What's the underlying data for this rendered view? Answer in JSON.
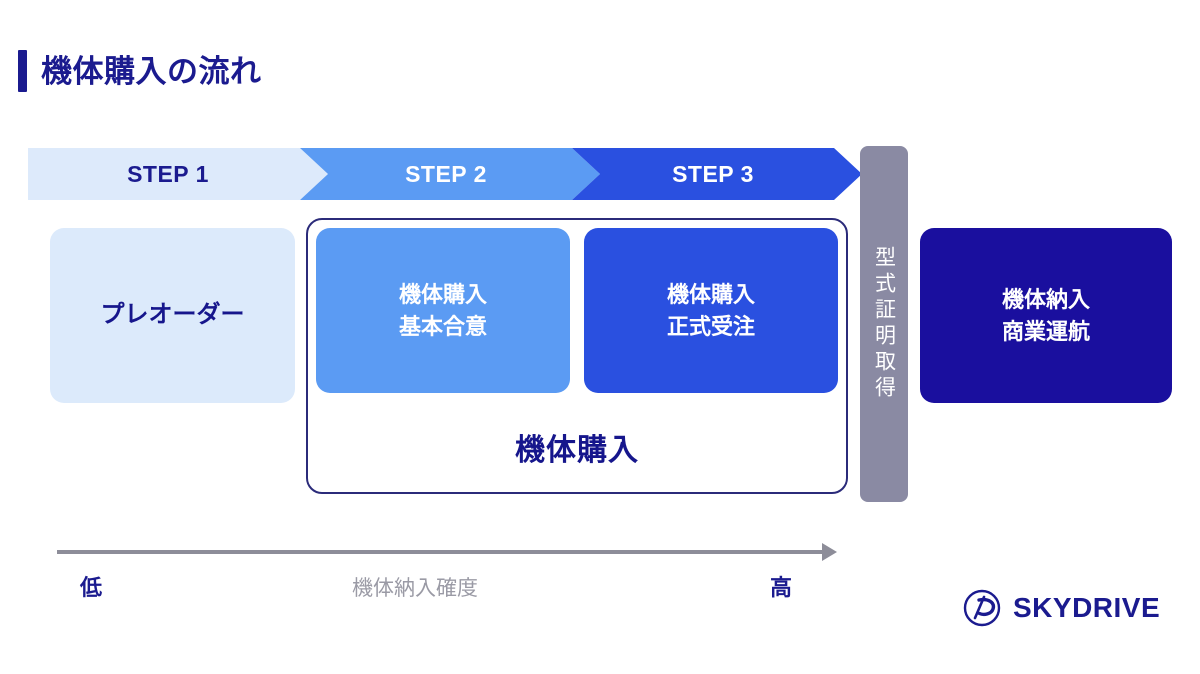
{
  "slide": {
    "title": "機体購入の流れ",
    "accent_color": "#1b1b8f",
    "background": "#ffffff"
  },
  "steps": [
    {
      "label": "STEP 1",
      "color": "#ddeafb",
      "text_color": "#1b1b8f"
    },
    {
      "label": "STEP 2",
      "color": "#5b9bf3",
      "text_color": "#ffffff"
    },
    {
      "label": "STEP 3",
      "color": "#2a50e0",
      "text_color": "#ffffff"
    }
  ],
  "cards": {
    "preorder": {
      "line1": "プレオーダー",
      "color": "#dceafb",
      "text_color": "#16168c"
    },
    "basic_agreement": {
      "line1": "機体購入",
      "line2": "基本合意",
      "color": "#5b9bf3",
      "text_color": "#ffffff"
    },
    "formal_order": {
      "line1": "機体購入",
      "line2": "正式受注",
      "color": "#2a50e0",
      "text_color": "#ffffff"
    },
    "delivery": {
      "line1": "機体納入",
      "line2": "商業運航",
      "color": "#1a0f9e",
      "text_color": "#ffffff"
    }
  },
  "group": {
    "label": "機体購入",
    "border_color": "#2b2b7a"
  },
  "type_certification": {
    "label": "型式証明取得",
    "color": "#8a8aa3",
    "text_color": "#ffffff"
  },
  "axis": {
    "low_label": "低",
    "high_label": "高",
    "caption": "機体納入確度",
    "line_color": "#8d8d99",
    "label_color": "#1b1b8f",
    "caption_color": "#9a9aa5"
  },
  "logo": {
    "text": "SKYDRIVE",
    "mark": "skydrive-circle-mark",
    "color": "#1b1b8f"
  }
}
